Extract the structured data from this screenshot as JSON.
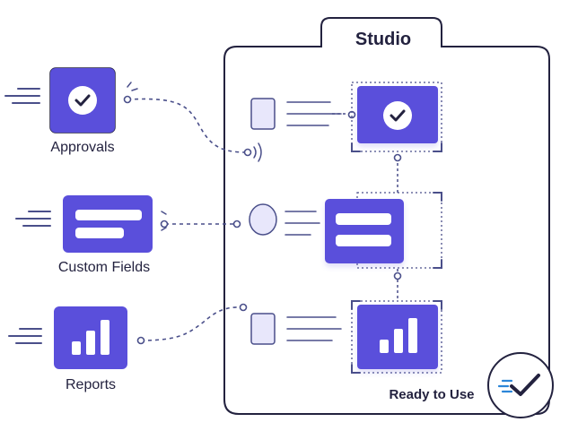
{
  "studio": {
    "title": "Studio",
    "status": "Ready to Use"
  },
  "features": [
    {
      "label": "Approvals",
      "icon": "check-icon"
    },
    {
      "label": "Custom Fields",
      "icon": "text-fields-icon"
    },
    {
      "label": "Reports",
      "icon": "bar-chart-icon"
    }
  ],
  "colors": {
    "accent": "#5a4fdb",
    "accent_light": "#e8e7fb",
    "outline": "#23223f",
    "line": "#4a4f8a"
  }
}
